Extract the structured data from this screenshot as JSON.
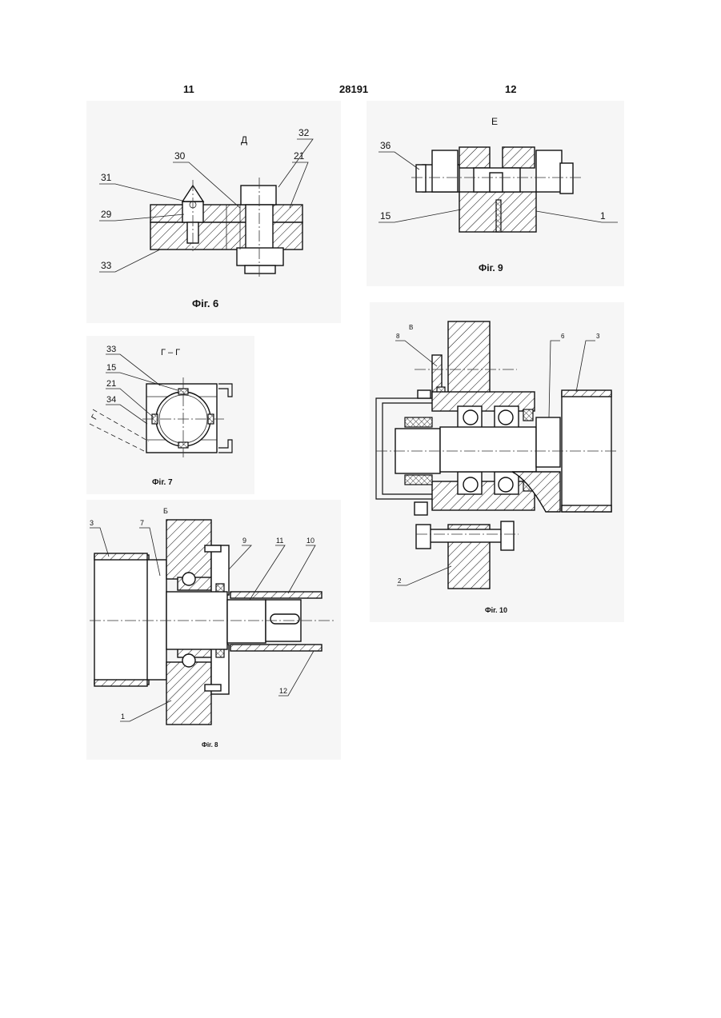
{
  "header": {
    "page_left": "11",
    "patent_no": "28191",
    "page_right": "12"
  },
  "fig6": {
    "caption": "Фіг. 6",
    "view_letter": "Д",
    "callouts": [
      "32",
      "30",
      "21",
      "31",
      "29",
      "33"
    ]
  },
  "fig7": {
    "caption": "Фіг. 7",
    "section": "Г – Г",
    "callouts": [
      "33",
      "15",
      "21",
      "34"
    ],
    "side_mark": "Г"
  },
  "fig8": {
    "caption": "Фіг. 8",
    "view_letter": "Б",
    "callouts": [
      "3",
      "7",
      "9",
      "11",
      "10",
      "12",
      "1"
    ]
  },
  "fig9": {
    "caption": "Фіг. 9",
    "view_letter": "Е",
    "callouts": [
      "36",
      "15",
      "1"
    ]
  },
  "fig10": {
    "caption": "Фіг. 10",
    "view_letter": "В",
    "callouts": [
      "8",
      "6",
      "3",
      "2"
    ]
  }
}
